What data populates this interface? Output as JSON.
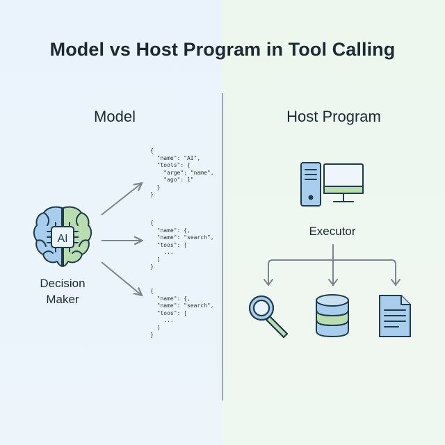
{
  "title": "Model vs Host Program in Tool Calling",
  "left": {
    "heading": "Model",
    "brain_chip_text": "AI",
    "role_line1": "Decision",
    "role_line2": "Maker",
    "json_blocks": [
      "{\n  \"name\": \"AI\",\n  \"tools\": {\n    \"arge\": \"name\",\n    \"ago\": 1\"\n  }\n}",
      "{\n  \"name\": {,\n  \"name\": \"search\",\n  \"toos\": [\n    ...\n  ]\n}",
      "{\n  \"name\": {,\n  \"name\": \"search\",\n  \"toos\": [\n    ...\n  ]\n}"
    ]
  },
  "right": {
    "heading": "Host Program",
    "executor_label": "Executor",
    "tools": [
      "magnifier-icon",
      "database-icon",
      "document-icon"
    ]
  },
  "colors": {
    "ink": "#1c2b33",
    "stroke": "#1f3a48",
    "arrow": "#7a868c",
    "blue_fill": "#a9cdec",
    "green_fill": "#b9dcb0",
    "left_bg": "#eaf3fb",
    "right_bg": "#eef7ee"
  }
}
